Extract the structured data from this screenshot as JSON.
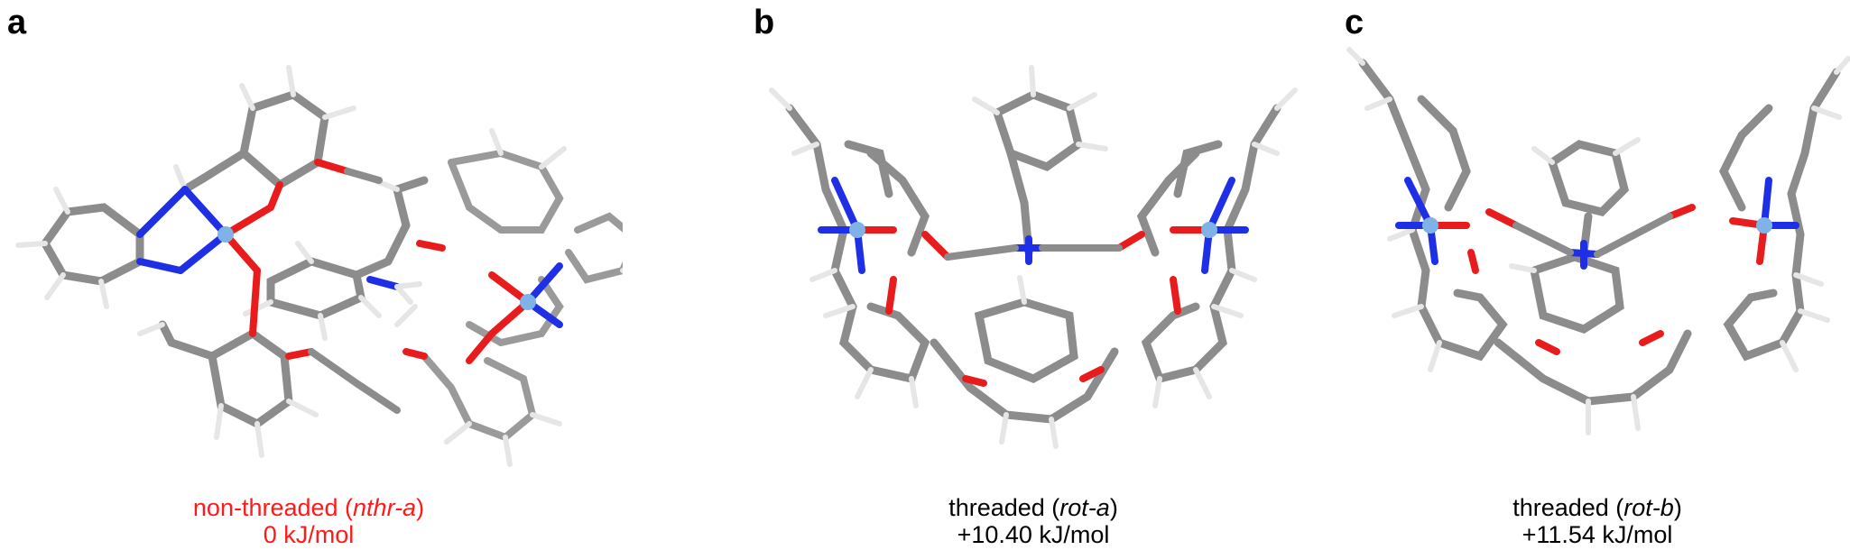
{
  "panels": [
    {
      "letter": "a",
      "caption_prefix": "non-threaded (",
      "caption_italic": "nthr-a",
      "caption_suffix": ")",
      "energy": "0 kJ/mol",
      "caption_color": "#ff1a1a"
    },
    {
      "letter": "b",
      "caption_prefix": "threaded (",
      "caption_italic": "rot-a",
      "caption_suffix": ")",
      "energy": "+10.40 kJ/mol",
      "caption_color": "#000000"
    },
    {
      "letter": "c",
      "caption_prefix": "threaded (",
      "caption_italic": "rot-b",
      "caption_suffix": ")",
      "energy": "+11.54 kJ/mol",
      "caption_color": "#000000"
    }
  ],
  "atom_colors": {
    "carbon": "#8c8c8c",
    "hydrogen": "#e6e6e6",
    "nitrogen": "#1f2fe6",
    "oxygen": "#e81c1c",
    "copper": "#7fb2e6"
  }
}
